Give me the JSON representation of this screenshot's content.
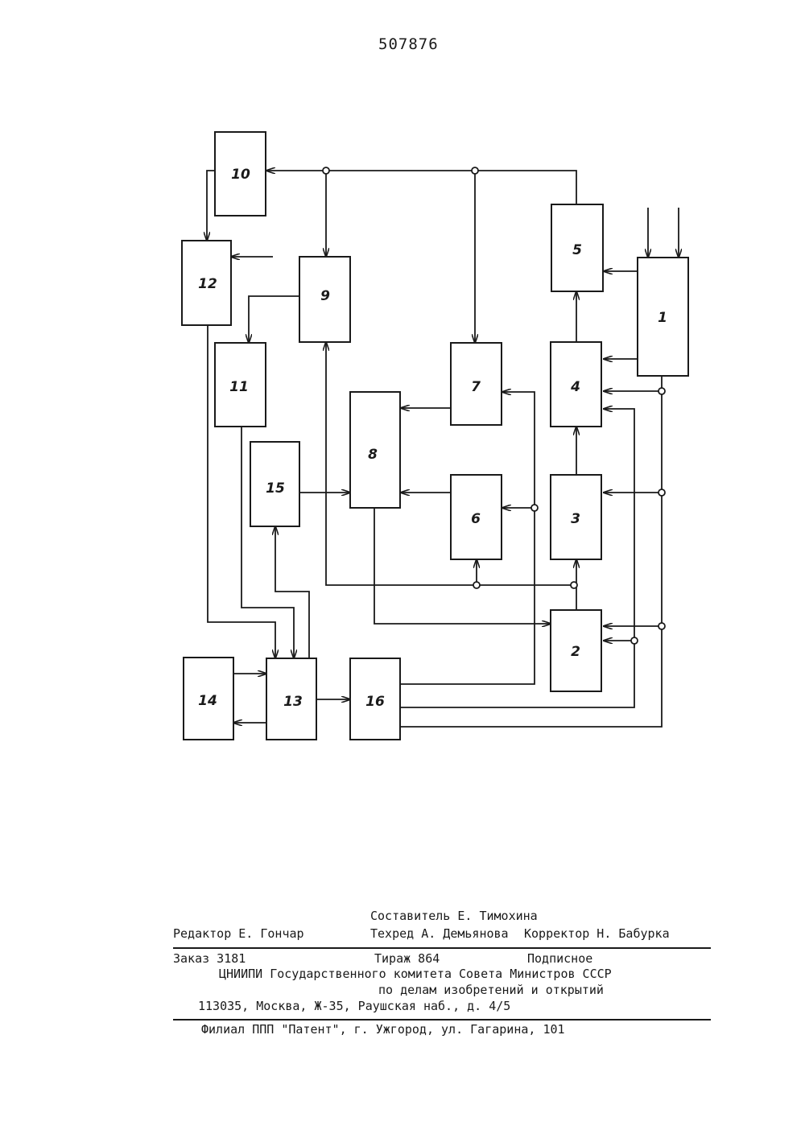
{
  "page_number": "507876",
  "blocks": [
    {
      "id": "1",
      "label": "1"
    },
    {
      "id": "2",
      "label": "2"
    },
    {
      "id": "3",
      "label": "3"
    },
    {
      "id": "4",
      "label": "4"
    },
    {
      "id": "5",
      "label": "5"
    },
    {
      "id": "6",
      "label": "6"
    },
    {
      "id": "7",
      "label": "7"
    },
    {
      "id": "8",
      "label": "8"
    },
    {
      "id": "9",
      "label": "9"
    },
    {
      "id": "10",
      "label": "10"
    },
    {
      "id": "11",
      "label": "11"
    },
    {
      "id": "12",
      "label": "12"
    },
    {
      "id": "13",
      "label": "13"
    },
    {
      "id": "14",
      "label": "14"
    },
    {
      "id": "15",
      "label": "15"
    },
    {
      "id": "16",
      "label": "16"
    }
  ],
  "footer": {
    "composer": "Составитель Е. Тимохина",
    "editor": "Редактор Е. Гончар",
    "techred": "Техред А. Демьянова",
    "corrector": "Корректор Н. Бабурка",
    "order": "Заказ 3181",
    "print_run": "Тираж 864",
    "subscription": "Подписное",
    "org_line1": "ЦНИИПИ Государственного комитета Совета Министров СССР",
    "org_line2": "по делам изобретений и открытий",
    "address": "113035, Москва, Ж-35, Раушская наб., д. 4/5",
    "branch": "Филиал ППП \"Патент\", г. Ужгород, ул. Гагарина, 101"
  }
}
